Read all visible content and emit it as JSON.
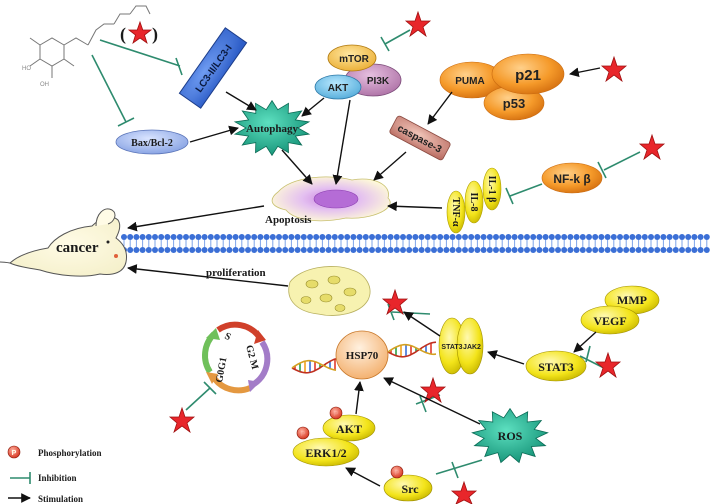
{
  "nodes": {
    "lc3": "LC3-II/LC3-I",
    "mtor": "mTOR",
    "pi3k": "PI3K",
    "akt_top": "AKT",
    "autophagy": "Autophagy",
    "bax": "Bax/Bcl-2",
    "puma": "PUMA",
    "p21": "p21",
    "p53": "p53",
    "caspase": "caspase-3",
    "apoptosis": "Apoptosis",
    "nfkb": "NF-k β",
    "il1b": "IL-1 β",
    "il8": "IL-8",
    "tnfa": "TNF-α",
    "cancer": "cancer",
    "proliferation": "proliferation",
    "hsp70": "HSP70",
    "stat3_small": "STAT3",
    "jak2": "JAK2",
    "stat3": "STAT3",
    "vegf": "VEGF",
    "mmp": "MMP",
    "akt_bottom": "AKT",
    "erk": "ERK1/2",
    "ros": "ROS",
    "src": "Src",
    "cycle_s": "S",
    "cycle_g2m": "G2 M",
    "cycle_g0g1": "G0G1",
    "paren_open": "(",
    "paren_close": ")",
    "phos_letter": "P"
  },
  "legend": {
    "phosphorylation": "Phosphorylation",
    "inhibition": "Inhibition",
    "stimulation": "Stimulation"
  },
  "colors": {
    "inhibit": "#2e8b6e",
    "arrow": "#111111",
    "star": "#e8262b",
    "membrane": "#3b6fd6",
    "orange": "#f59a2a",
    "yellow": "#f3e41a",
    "teal": "#1fa58a"
  }
}
